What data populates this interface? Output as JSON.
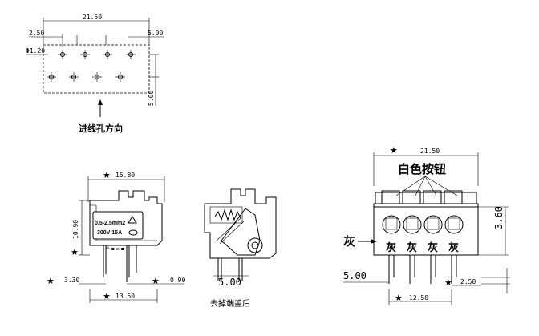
{
  "top_view": {
    "dim_width": "21.50",
    "dim_left": "2.50",
    "dim_right": "5.00",
    "dim_hole": "Φ1.20",
    "dim_vertical": "5.00",
    "caption": "进线孔方向"
  },
  "side_view": {
    "dim_width": "15.80",
    "dim_height": "10.90",
    "dim_left": "3.30",
    "dim_right": "0.90",
    "dim_bottom": "13.50",
    "label_line1": "0.5-2.5mm2",
    "label_line2": "300V 15A"
  },
  "cutaway_view": {
    "dim_width": "5.00",
    "caption": "去掉端盖后"
  },
  "front_view": {
    "dim_width": "21.50",
    "title": "白色按钮",
    "side_label": "灰",
    "button_labels": [
      "灰",
      "灰",
      "灰",
      "灰"
    ],
    "dim_right": "3.60",
    "dim_left": "5.00",
    "dim_pitch": "2.50",
    "dim_bottom": "12.50"
  },
  "star_symbol": "★"
}
